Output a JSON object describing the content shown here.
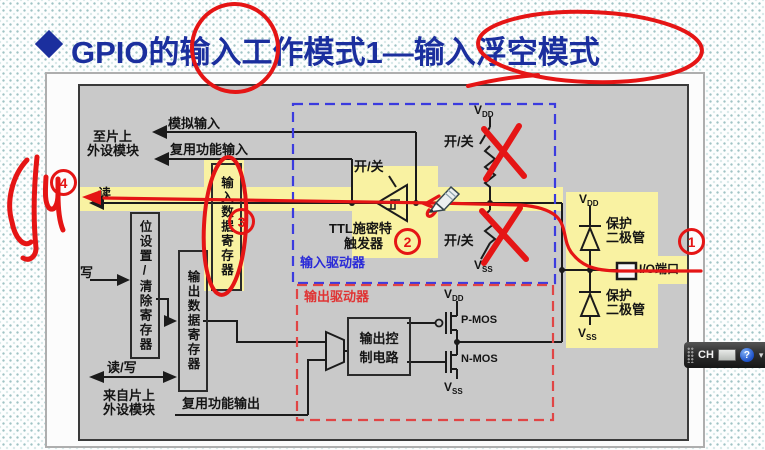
{
  "title": {
    "bullet_icon": "diamond",
    "text": "GPIO的输入工作模式1—输入浮空模式"
  },
  "diagram": {
    "labels": {
      "to_peripheral_1": "至片上",
      "to_peripheral_2": "外设模块",
      "analog_input": "模拟输入",
      "alt_func_input": "复用功能输入",
      "read": "读",
      "write": "写",
      "read_write": "读/写",
      "from_peripheral_1": "来自片上",
      "from_peripheral_2": "外设模块",
      "alt_func_output": "复用功能输出",
      "bit_set_clear_register": "位设置/清除寄存器",
      "output_data_register": "输出数据寄存器",
      "input_data_register": "输入数据寄存器",
      "input_driver": "输入驱动器",
      "output_driver": "输出驱动器",
      "ttl_schmitt_1": "TTL施密特",
      "ttl_schmitt_2": "触发器",
      "on_off": "开/关",
      "output_control_1": "输出控",
      "output_control_2": "制电路",
      "pmos": "P-MOS",
      "nmos": "N-MOS",
      "protect_diode_1": "保护",
      "protect_diode_2": "二极管",
      "io_port": "I/O端口",
      "v": "V",
      "dd": "DD",
      "ss": "SS"
    },
    "annotations": {
      "num_1": "1",
      "num_2": "2",
      "num_3": "3",
      "num_4": "4"
    }
  },
  "taskbar": {
    "language_indicator": "CH",
    "help": "?",
    "chevron": "▾"
  },
  "colors": {
    "title_navy": "#1b2f9e",
    "marker_red": "#e51515",
    "highlight_yellow": "#f9f2a2",
    "diagram_gray": "#c9c9c9",
    "input_driver_blue": "#2a2ad8",
    "output_driver_red": "#e03434"
  }
}
